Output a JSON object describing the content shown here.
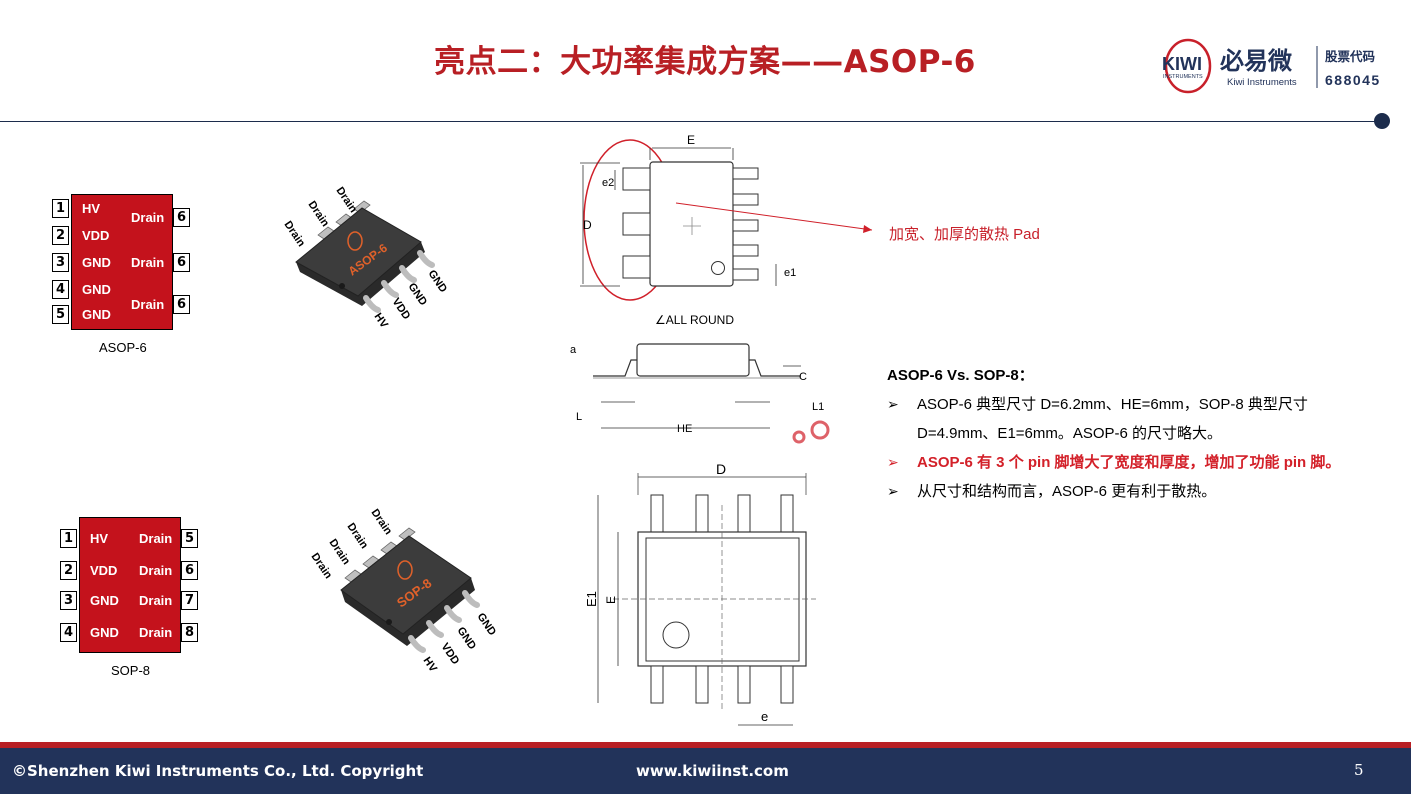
{
  "title": "亮点二：大功率集成方案——ASOP-6",
  "logo": {
    "brand_en": "KIWI",
    "brand_sub": "INSTRUMENTS",
    "brand_cn": "必易微",
    "brand_en_full": "Kiwi Instruments",
    "stock_label": "股票代码",
    "stock_code": "688045"
  },
  "asop6": {
    "caption": "ASOP-6",
    "left_pins": [
      {
        "num": "1",
        "label": "HV"
      },
      {
        "num": "2",
        "label": "VDD"
      },
      {
        "num": "3",
        "label": "GND"
      },
      {
        "num": "4",
        "label": "GND"
      },
      {
        "num": "5",
        "label": "GND"
      }
    ],
    "right_pins": [
      {
        "num": "6",
        "label": "Drain"
      },
      {
        "num": "6",
        "label": "Drain"
      },
      {
        "num": "6",
        "label": "Drain"
      }
    ],
    "chip_marking": "ASOP-6",
    "chip_top_labels": [
      "Drain",
      "Drain",
      "Drain"
    ],
    "chip_bottom_labels": [
      "HV",
      "VDD",
      "GND",
      "GND"
    ]
  },
  "sop8": {
    "caption": "SOP-8",
    "left_pins": [
      {
        "num": "1",
        "label": "HV"
      },
      {
        "num": "2",
        "label": "VDD"
      },
      {
        "num": "3",
        "label": "GND"
      },
      {
        "num": "4",
        "label": "GND"
      }
    ],
    "right_pins": [
      {
        "num": "5",
        "label": "Drain"
      },
      {
        "num": "6",
        "label": "Drain"
      },
      {
        "num": "7",
        "label": "Drain"
      },
      {
        "num": "8",
        "label": "Drain"
      }
    ],
    "chip_marking": "SOP-8",
    "chip_top_labels": [
      "Drain",
      "Drain",
      "Drain",
      "Drain"
    ],
    "chip_bottom_labels": [
      "HV",
      "VDD",
      "GND",
      "GND"
    ]
  },
  "drawing_labels": {
    "E": "E",
    "e2": "e2",
    "D": "D",
    "e1": "e1",
    "all_round": "∠ALL ROUND",
    "a": "a",
    "C": "C",
    "L": "L",
    "L1": "L1",
    "HE": "HE",
    "D2": "D",
    "E1": "E1",
    "E2": "E",
    "e": "e"
  },
  "heat_note": "加宽、加厚的散热 Pad",
  "comparison": {
    "title": "ASOP-6 Vs. SOP-8：",
    "bullets": [
      {
        "text": "ASOP-6 典型尺寸 D=6.2mm、HE=6mm，SOP-8 典型尺寸 D=4.9mm、E1=6mm。ASOP-6 的尺寸略大。",
        "highlight": false
      },
      {
        "text": "ASOP-6 有 3 个 pin 脚增大了宽度和厚度，增加了功能 pin 脚。",
        "highlight": true
      },
      {
        "text": "从尺寸和结构而言，ASOP-6 更有利于散热。",
        "highlight": false
      }
    ]
  },
  "footer": {
    "copyright": "©Shenzhen Kiwi Instruments Co., Ltd. Copyright",
    "website": "www.kiwiinst.com",
    "page": "5"
  },
  "colors": {
    "accent_red": "#b81f24",
    "chip_red": "#c4121c",
    "navy": "#22335a"
  }
}
